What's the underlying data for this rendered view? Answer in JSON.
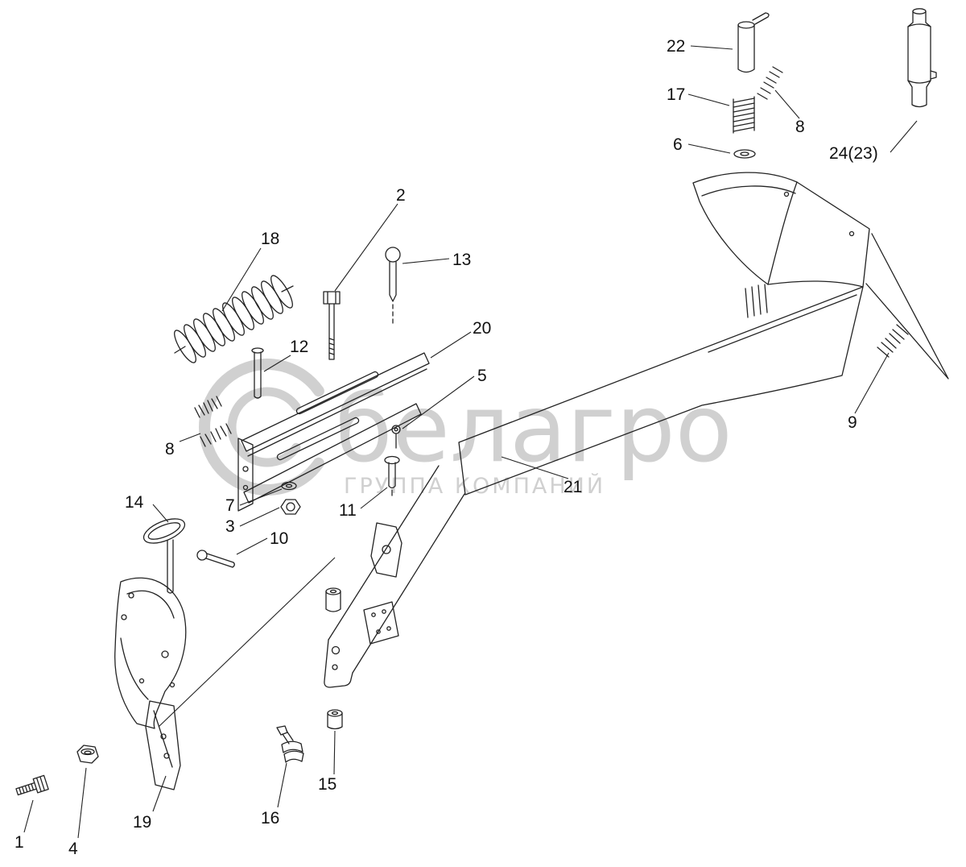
{
  "watermark": {
    "brand": "белагро",
    "subtitle": "ГРУППА КОМПАНИЙ"
  },
  "labels": [
    {
      "text": "22"
    },
    {
      "text": "17"
    },
    {
      "text": "6"
    },
    {
      "text": "8"
    },
    {
      "text": "24(23)"
    },
    {
      "text": "2"
    },
    {
      "text": "18"
    },
    {
      "text": "13"
    },
    {
      "text": "12"
    },
    {
      "text": "20"
    },
    {
      "text": "5"
    },
    {
      "text": "8"
    },
    {
      "text": "14"
    },
    {
      "text": "7"
    },
    {
      "text": "3"
    },
    {
      "text": "11"
    },
    {
      "text": "10"
    },
    {
      "text": "21"
    },
    {
      "text": "9"
    },
    {
      "text": "1"
    },
    {
      "text": "4"
    },
    {
      "text": "19"
    },
    {
      "text": "16"
    },
    {
      "text": "15"
    }
  ],
  "colors": {
    "line": "#232323",
    "label": "#111111",
    "watermark": "#cbcbcb"
  }
}
